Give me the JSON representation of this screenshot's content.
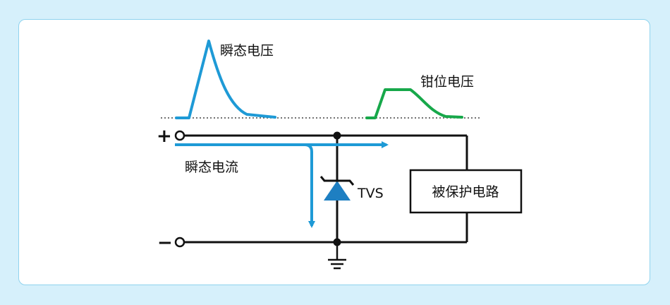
{
  "labels": {
    "transient_voltage": "瞬态电压",
    "clamp_voltage": "钳位电压",
    "transient_current": "瞬态电流",
    "tvs": "TVS",
    "protected_circuit": "被保护电路",
    "plus": "+",
    "minus": "−"
  },
  "colors": {
    "background": "#d6f0fb",
    "card_border": "#8fd3ee",
    "transient": "#1e9ad6",
    "clamp": "#17a84a",
    "wire": "#111111",
    "tvs_diode": "#1e7fc2"
  }
}
